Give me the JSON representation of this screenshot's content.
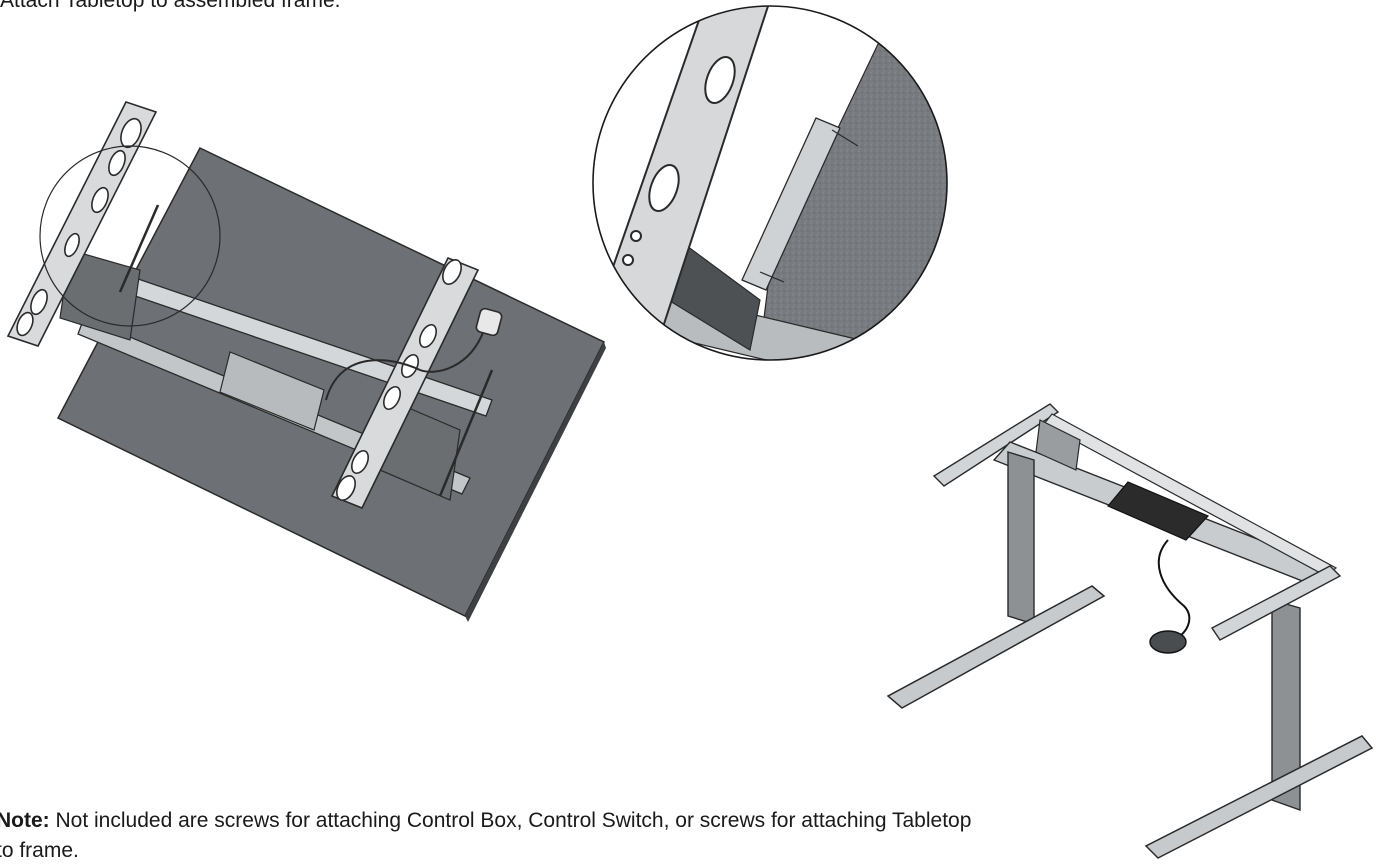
{
  "page": {
    "instruction": "Attach Tabletop to assembled frame.",
    "note_label": "Note:",
    "note_text": " Not included are screws for attaching Control Box, Control Switch, or screws for attaching Tabletop to frame."
  },
  "illustrations": [
    {
      "name": "tabletop-underside-assembly"
    },
    {
      "name": "bracket-detail-zoom"
    },
    {
      "name": "assembled-frame"
    }
  ],
  "colors": {
    "tabletop": "#6d7075",
    "steel": "#c9ccce",
    "steel_dark": "#6b6e71",
    "outline": "#2a2a2a",
    "control_box": "#2b2b2b"
  }
}
